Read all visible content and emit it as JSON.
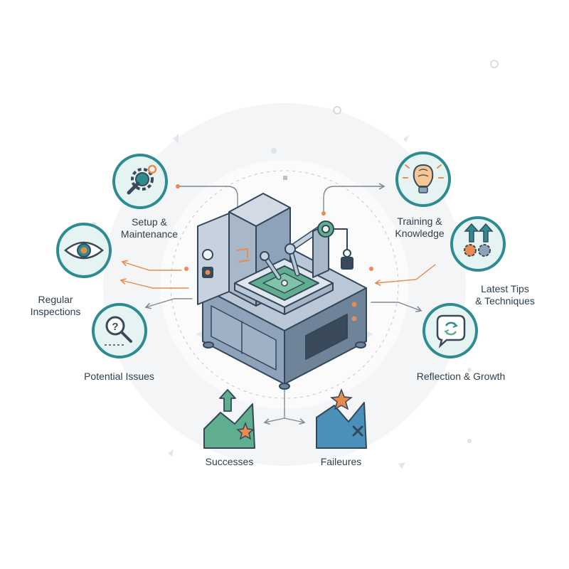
{
  "labels": {
    "setup_line1": "Setup &",
    "setup_line2": "Maintenance",
    "regular_line1": "Regular",
    "regular_line2": "Inspections",
    "potential": "Potential Issues",
    "training_line1": "Training &",
    "training_line2": "Knowledge",
    "latest_line1": "Latest Tips",
    "latest_line2": "& Techniques",
    "reflection": "Reflection & Growth",
    "successes": "Successes",
    "failures": "Faileures"
  },
  "icons": {
    "setup": "gears-wrench-icon",
    "inspections": "eye-icon",
    "potential": "magnifier-question-icon",
    "training": "brain-lightbulb-icon",
    "latest": "gears-arrows-up-icon",
    "reflection": "chat-refresh-icon",
    "successes": "growth-chart-star-icon",
    "failures": "decline-chart-star-icon"
  },
  "colors": {
    "teal": "#2e8b8f",
    "teal_light": "#e5f4f3",
    "ink": "#2d3e4c",
    "orange": "#e98a4e",
    "machine_blue": "#8ea3ba",
    "green": "#5fae8f",
    "background_circle": "#f4f5f7"
  }
}
